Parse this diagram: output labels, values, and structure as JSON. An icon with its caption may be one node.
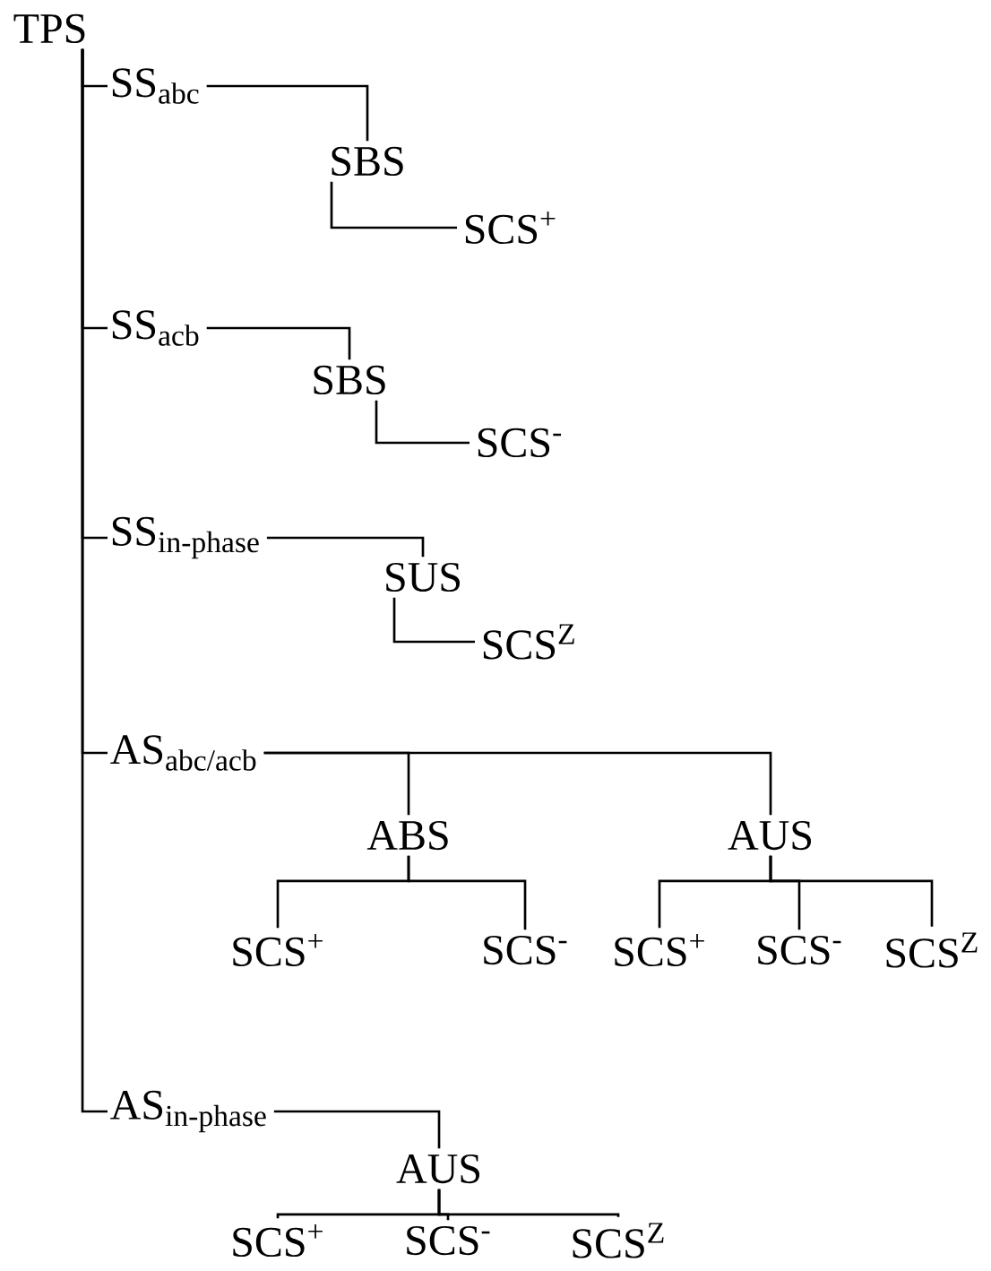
{
  "diagram": {
    "nodes": [
      {
        "text": [
          "TPS"
        ]
      },
      {
        "text": [
          "SS$_{abc}$"
        ]
      },
      {
        "text": [
          "SBS"
        ]
      },
      {
        "text": [
          "SCS$^{+}$"
        ]
      },
      {
        "text": [
          "SS$_{acb}$"
        ]
      },
      {
        "text": [
          "SBS"
        ]
      },
      {
        "text": [
          "SCS$^{-}$"
        ]
      },
      {
        "text": [
          "SS$_{in-phase}$"
        ]
      },
      {
        "text": [
          "SUS"
        ]
      },
      {
        "text": [
          "SCS$^{Z}$"
        ]
      },
      {
        "text": [
          "AS$_{abc/acb}$"
        ]
      },
      {
        "text": [
          "ABS"
        ]
      },
      {
        "text": [
          "AUS"
        ]
      },
      {
        "text": [
          "SCS$^{+}$"
        ]
      },
      {
        "text": [
          "SCS$^{-}$"
        ]
      },
      {
        "text": [
          "SCS$^{+}$"
        ]
      },
      {
        "text": [
          "SCS$^{-}$"
        ]
      },
      {
        "text": [
          "SCS$^{Z}$"
        ]
      },
      {
        "text": [
          "AS$_{in-phase}$"
        ]
      },
      {
        "text": [
          "AUS"
        ]
      },
      {
        "text": [
          "SCS$^{+}$"
        ]
      },
      {
        "text": [
          "SCS$^{-}$"
        ]
      },
      {
        "text": [
          "SCS$^{Z}$"
        ]
      }
    ],
    "edges": [
      {
        "from": 0,
        "to": 1,
        "arrow": "none"
      },
      {
        "from": 0,
        "to": 4,
        "arrow": "none"
      },
      {
        "from": 0,
        "to": 7,
        "arrow": "none"
      },
      {
        "from": 0,
        "to": 10,
        "arrow": "none"
      },
      {
        "from": 0,
        "to": 18,
        "arrow": "none"
      },
      {
        "from": 1,
        "to": 2,
        "arrow": "none"
      },
      {
        "from": 2,
        "to": 3,
        "arrow": "none"
      },
      {
        "from": 4,
        "to": 5,
        "arrow": "none"
      },
      {
        "from": 5,
        "to": 6,
        "arrow": "none"
      },
      {
        "from": 7,
        "to": 8,
        "arrow": "none"
      },
      {
        "from": 8,
        "to": 9,
        "arrow": "none"
      },
      {
        "from": 10,
        "to": 11,
        "arrow": "none"
      },
      {
        "from": 10,
        "to": 12,
        "arrow": "none"
      },
      {
        "from": 11,
        "to": 13,
        "arrow": "none"
      },
      {
        "from": 11,
        "to": 14,
        "arrow": "none"
      },
      {
        "from": 12,
        "to": 15,
        "arrow": "none"
      },
      {
        "from": 12,
        "to": 16,
        "arrow": "none"
      },
      {
        "from": 12,
        "to": 17,
        "arrow": "none"
      },
      {
        "from": 18,
        "to": 19,
        "arrow": "none"
      },
      {
        "from": 19,
        "to": 20,
        "arrow": "none"
      },
      {
        "from": 19,
        "to": 21,
        "arrow": "none"
      },
      {
        "from": 19,
        "to": 22,
        "arrow": "none"
      }
    ]
  }
}
